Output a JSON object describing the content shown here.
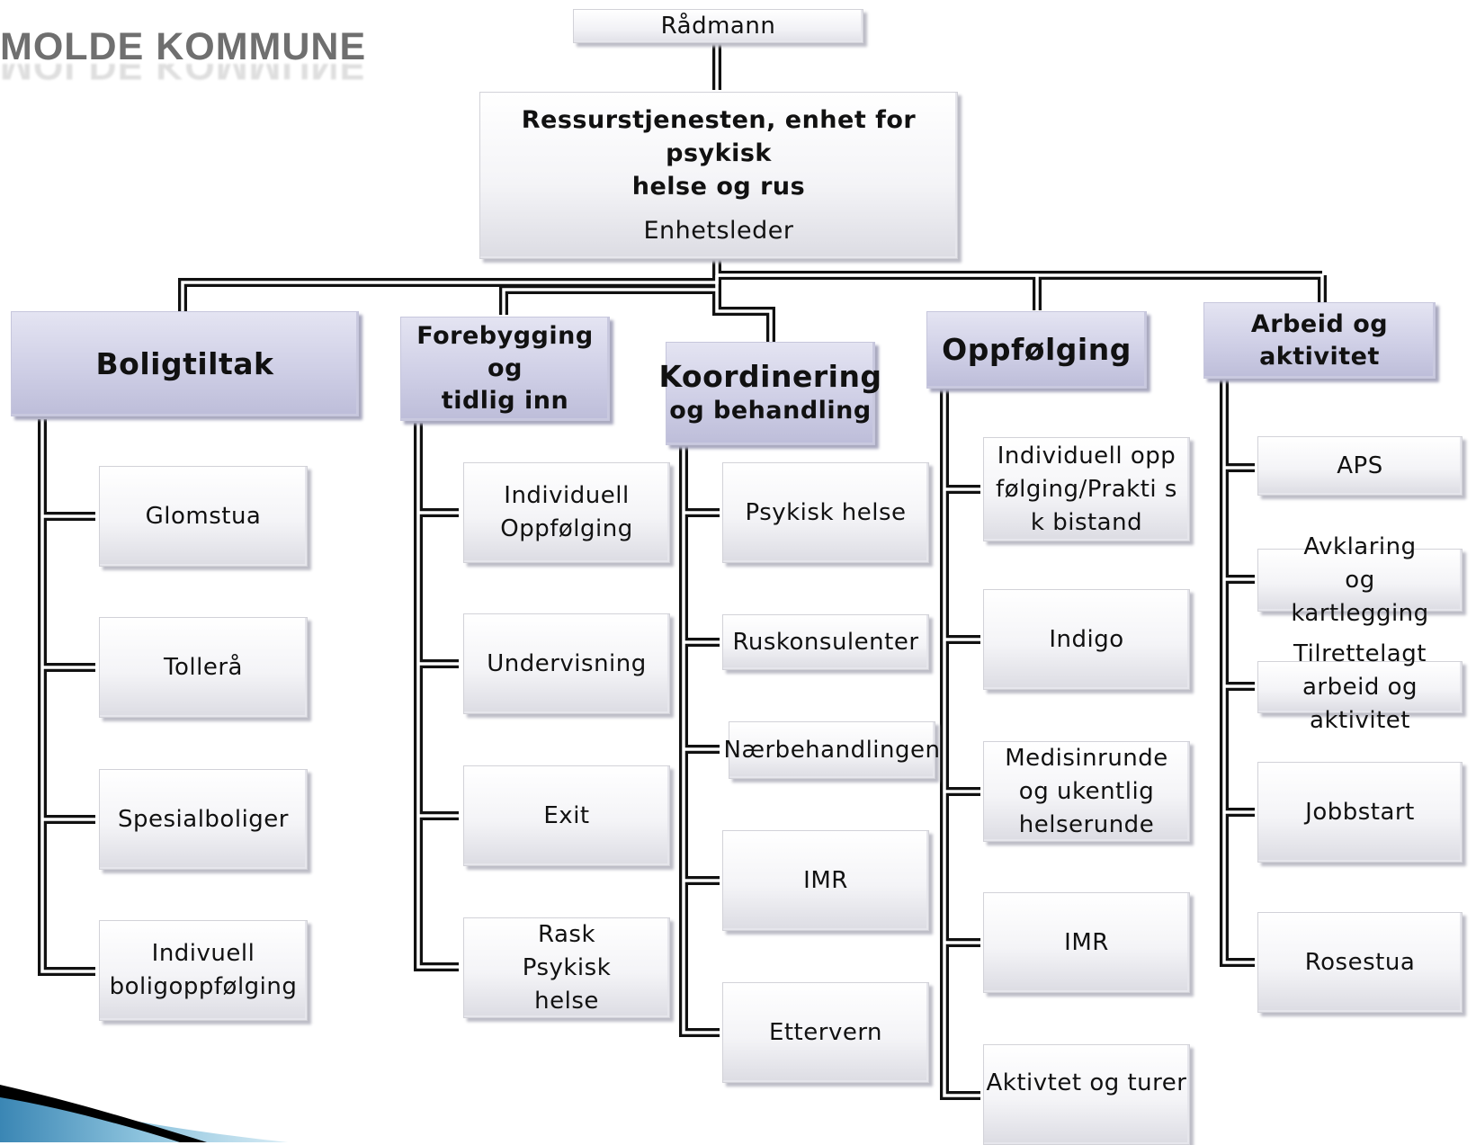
{
  "logo": {
    "text": "MOLDE KOMMUNE"
  },
  "top": {
    "label": "Rådmann"
  },
  "unit": {
    "line1": "Ressurstjenesten, enhet for psykisk",
    "line2": "helse og rus",
    "subtitle": "Enhetsleder"
  },
  "departments": [
    {
      "title_lines": [
        "Boligtiltak"
      ],
      "items": [
        "Glomstua",
        "Tollerå",
        "Spesialboliger",
        "Indivuell boligoppfølging"
      ]
    },
    {
      "title_lines": [
        "Forebygging og",
        "tidlig inn"
      ],
      "items": [
        "Individuell Oppfølging",
        "Undervisning",
        "Exit",
        "Rask Psykisk helse"
      ]
    },
    {
      "title_lines": [
        "Koordinering",
        "og behandling"
      ],
      "items": [
        "Psykisk helse",
        "Ruskonsulenter",
        "Nærbehandlingen",
        "IMR",
        "Ettervern"
      ]
    },
    {
      "title_lines": [
        "Oppfølging"
      ],
      "items": [
        "Individuell oppfølging/Prakti sk bistand",
        "Indigo",
        "Medisinrunde og ukentlig helserunde",
        "IMR",
        "Aktivtet og turer"
      ]
    },
    {
      "title_lines": [
        "Arbeid og aktivitet"
      ],
      "items": [
        "APS",
        "Avklaring og kartlegging",
        "Tilrettelagt arbeid og aktivitet",
        "Jobbstart",
        "Rosestua"
      ]
    }
  ]
}
